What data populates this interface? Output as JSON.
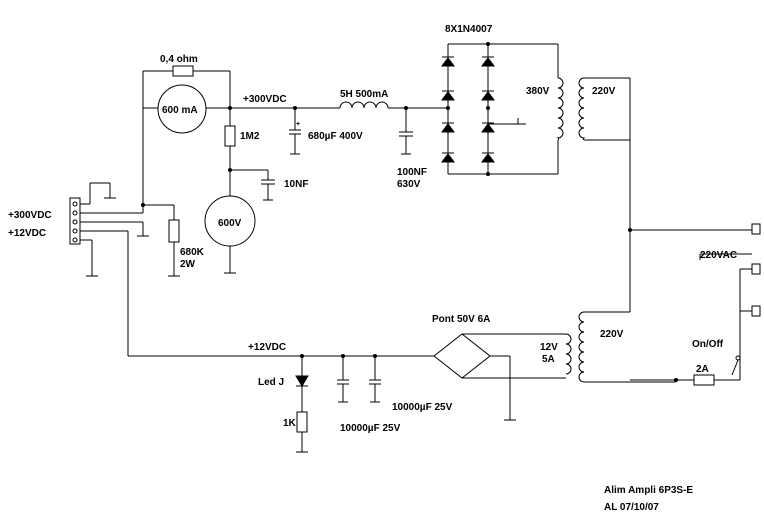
{
  "labels": {
    "shunt_resistor": "0,4 ohm",
    "ammeter": "600 mA",
    "hv_rail": "+300VDC",
    "choke": "5H 500mA",
    "bridge_diodes": "8X1N4007",
    "secondary_hv": "380V",
    "primary_top": "220V",
    "bleeder_resistor": "1M2",
    "reservoir_cap": "680µF 400V",
    "snubber_cap_value": "100NF",
    "snubber_cap_voltage": "630V",
    "cap_10nf": "10NF",
    "voltmeter": "600V",
    "connector_300": "+300VDC",
    "connector_12": "+12VDC",
    "load_resistor_value": "680K",
    "load_resistor_power": "2W",
    "mains_in": "220VAC",
    "lv_bridge": "Pont  50V 6A",
    "secondary_lv_voltage": "12V",
    "secondary_lv_current": "5A",
    "primary_bottom": "220V",
    "power_switch": "On/Off",
    "fuse": "2A",
    "lv_rail": "+12VDC",
    "led": "Led J",
    "led_resistor": "1K",
    "filter_cap_1": "10000µF 25V",
    "filter_cap_2": "10000µF 25V",
    "title": "Alim Ampli 6P3S-E",
    "author_date": "AL 07/10/07"
  }
}
